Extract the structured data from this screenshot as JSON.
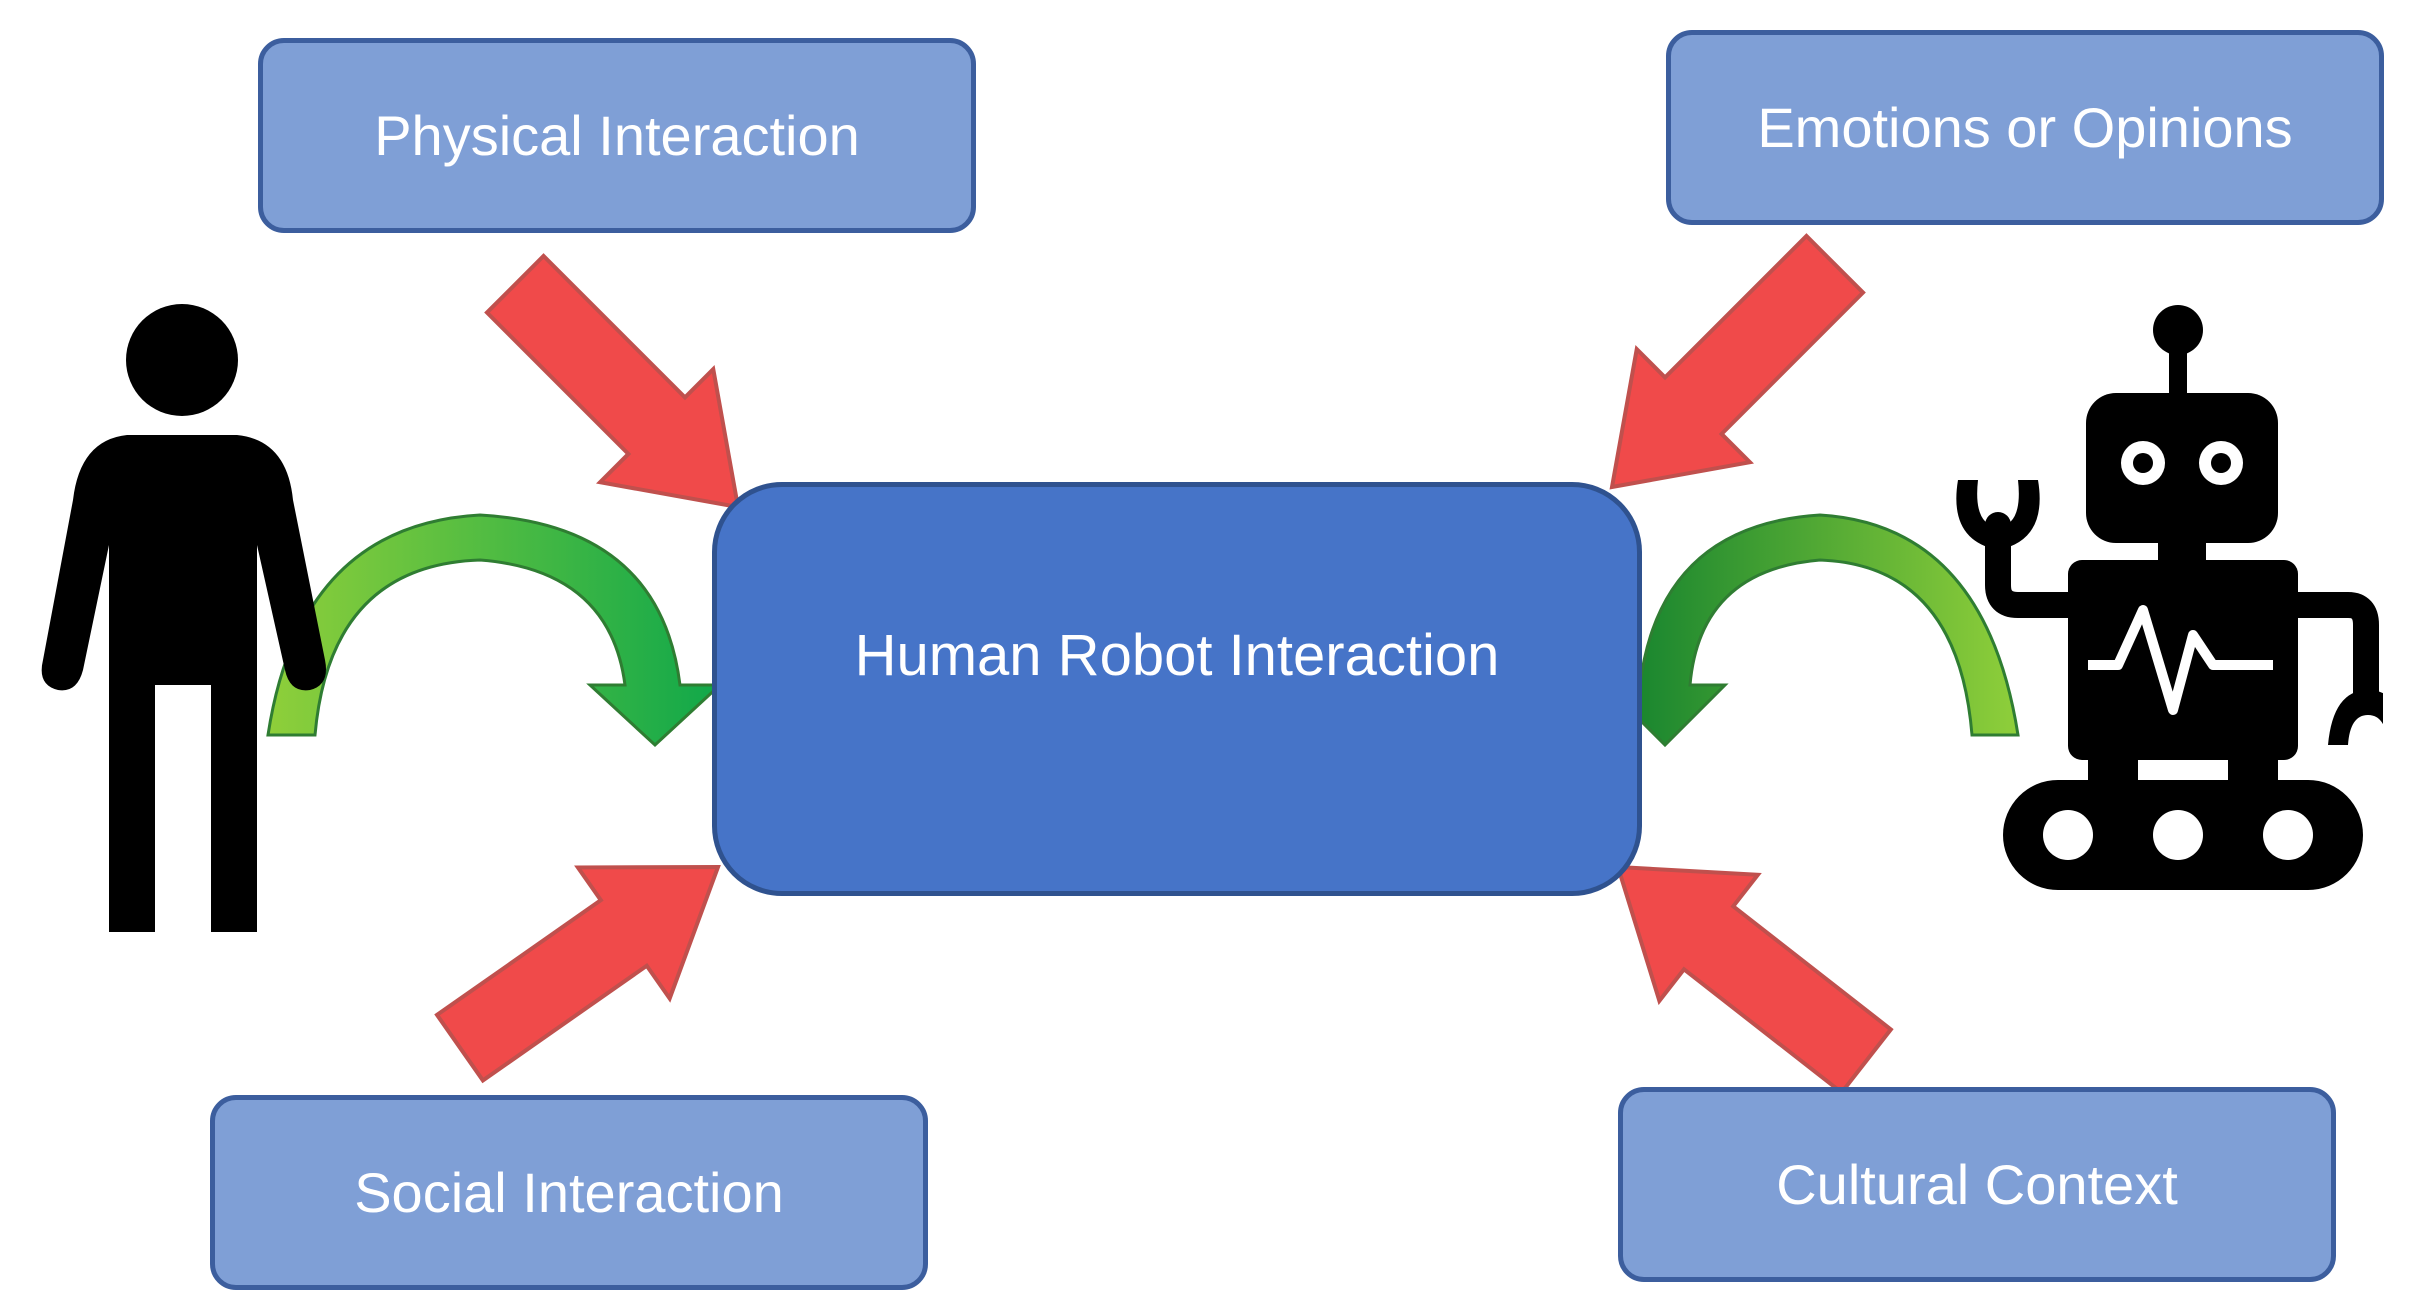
{
  "center": {
    "label": "Human Robot  Interaction"
  },
  "boxes": {
    "physical": "Physical Interaction",
    "emotions": "Emotions or Opinions",
    "social": "Social Interaction",
    "cultural": "Cultural Context"
  },
  "colors": {
    "box_fill": "#7f9fd6",
    "box_border": "#3c5e9e",
    "center_fill": "#4674c8",
    "red_arrow": "#f04a4a",
    "green_arrow": "#1aa53c",
    "figure": "#000000"
  },
  "icons": [
    "person-icon",
    "robot-icon"
  ]
}
